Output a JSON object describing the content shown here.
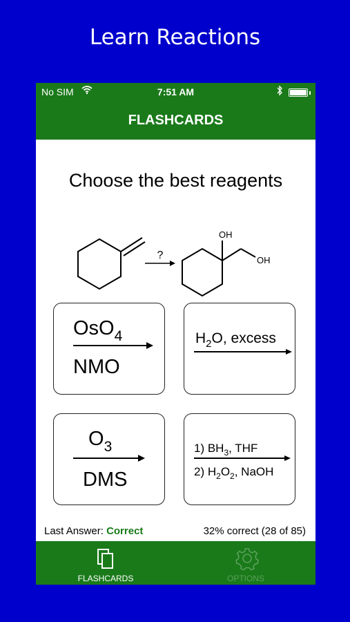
{
  "headline": "Learn Reactions",
  "status_bar": {
    "carrier": "No SIM",
    "time": "7:51 AM"
  },
  "nav": {
    "title": "FLASHCARDS"
  },
  "question": {
    "text": "Choose the best reagents",
    "arrow_label": "?",
    "oh_top": "OH",
    "oh_side": "OH"
  },
  "options": [
    {
      "main": "OsO",
      "sub": "4",
      "below": "NMO"
    },
    {
      "main": "H",
      "sub": "2",
      "rest": "O, excess"
    },
    {
      "main": "O",
      "sub": "3",
      "below": "DMS"
    },
    {
      "line1_pre": "1) BH",
      "line1_sub": "3",
      "line1_post": ", THF",
      "line2_pre": "2) H",
      "line2_sub1": "2",
      "line2_mid": "O",
      "line2_sub2": "2",
      "line2_post": ", NaOH"
    }
  ],
  "footer": {
    "last_answer_label": "Last Answer:",
    "last_answer_value": "Correct",
    "score": "32% correct (28 of 85)"
  },
  "tabs": [
    {
      "label": "FLASHCARDS",
      "icon": "cards-icon",
      "active": true
    },
    {
      "label": "OPTIONS",
      "icon": "gear-icon",
      "active": false
    }
  ],
  "colors": {
    "background": "#0000cc",
    "brand_green": "#1a7a1a",
    "inactive_tab": "#5aa05a"
  }
}
